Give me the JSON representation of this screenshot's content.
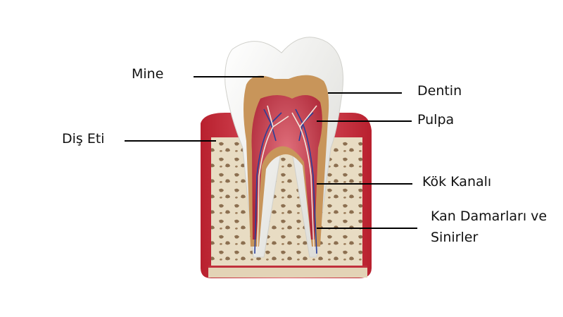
{
  "diagram": {
    "type": "anatomical-cross-section",
    "subject": "tooth",
    "labels": [
      {
        "id": "mine",
        "text": "Mine"
      },
      {
        "id": "dis_eti",
        "text": "Diş Eti"
      },
      {
        "id": "dentin",
        "text": "Dentin"
      },
      {
        "id": "pulpa",
        "text": "Pulpa"
      },
      {
        "id": "kok_kanali",
        "text": "Kök Kanalı"
      },
      {
        "id": "kan_damarlari",
        "text": "Kan Damarları ve Sinirler",
        "line1": "Kan Damarları ve",
        "line2": "Sinirler"
      }
    ],
    "colors": {
      "enamel": "#e9e9e6",
      "dentin": "#c8955a",
      "pulp": "#c2384a",
      "gum": "#d8404e",
      "bone": "#e6d8bf",
      "bone_pores": "#8a6e4e",
      "vessel_blue": "#2a3f9a",
      "nerve_white": "#f4e9e0",
      "leader": "#000000"
    }
  }
}
